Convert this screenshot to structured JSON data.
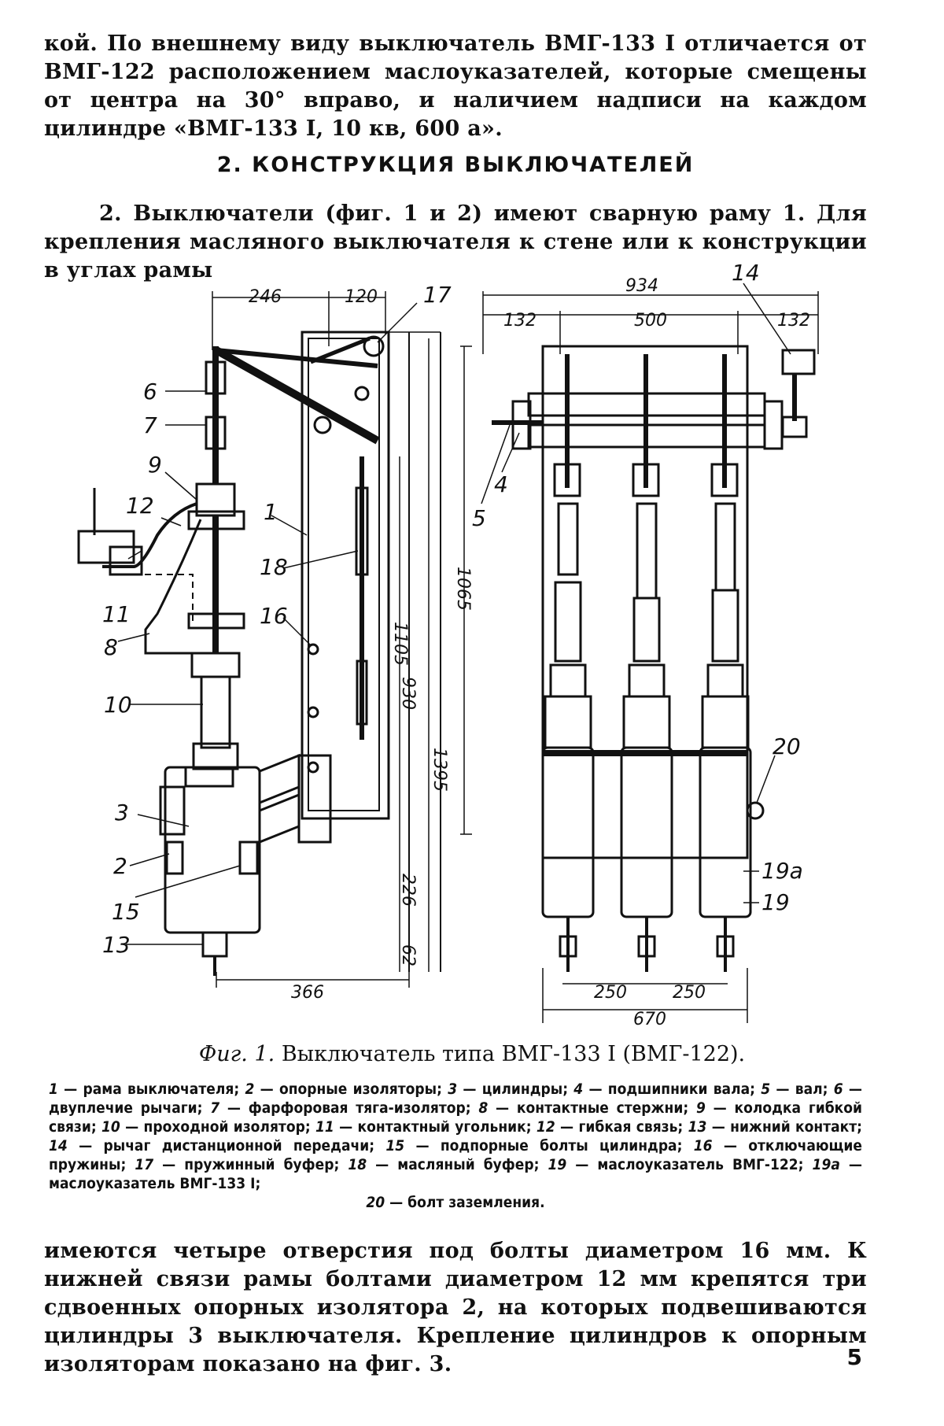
{
  "paragraph_top": "кой. По внешнему виду выключатель ВМГ-133 I отличается от ВМГ-122 расположением маслоуказателей, которые смещены от центра на 30° вправо, и наличием надписи на каждом цилиндре «ВМГ-133 I, 10 кв, 600 а».",
  "section_title": "2. КОНСТРУКЦИЯ ВЫКЛЮЧАТЕЛЕЙ",
  "paragraph_intro": "2. Выключатели (фиг. 1 и 2) имеют сварную раму 1. Для крепления масляного выключателя к стене или к конструкции в углах рамы",
  "figure": {
    "left_view": {
      "dimensions": [
        "246",
        "120",
        "1105",
        "930",
        "1395",
        "226",
        "62",
        "366"
      ],
      "callouts": [
        "17",
        "6",
        "7",
        "9",
        "12",
        "1",
        "18",
        "16",
        "11",
        "8",
        "10",
        "3",
        "2",
        "15",
        "13"
      ]
    },
    "right_view": {
      "dimensions": [
        "934",
        "132",
        "500",
        "132",
        "1065",
        "250",
        "250",
        "670"
      ],
      "callouts": [
        "14",
        "4",
        "5",
        "20",
        "19а",
        "19"
      ]
    },
    "caption_prefix": "Фиг. 1.",
    "caption_text": "Выключатель типа ВМГ-133 I (ВМГ-122).",
    "legend": [
      {
        "num": "1",
        "text": "рама выключателя;"
      },
      {
        "num": "2",
        "text": "опорные изоляторы;"
      },
      {
        "num": "3",
        "text": "цилиндры;"
      },
      {
        "num": "4",
        "text": "подшипники вала;"
      },
      {
        "num": "5",
        "text": "вал;"
      },
      {
        "num": "6",
        "text": "двуплечие рычаги;"
      },
      {
        "num": "7",
        "text": "фарфоровая тяга-изолятор;"
      },
      {
        "num": "8",
        "text": "контактные стержни;"
      },
      {
        "num": "9",
        "text": "колодка гибкой связи;"
      },
      {
        "num": "10",
        "text": "проходной изолятор;"
      },
      {
        "num": "11",
        "text": "контактный угольник;"
      },
      {
        "num": "12",
        "text": "гибкая связь;"
      },
      {
        "num": "13",
        "text": "нижний контакт;"
      },
      {
        "num": "14",
        "text": "рычаг дистанционной передачи;"
      },
      {
        "num": "15",
        "text": "подпорные болты цилиндра;"
      },
      {
        "num": "16",
        "text": "отключающие пружины;"
      },
      {
        "num": "17",
        "text": "пружинный буфер;"
      },
      {
        "num": "18",
        "text": "масляный буфер;"
      },
      {
        "num": "19",
        "text": "маслоуказатель ВМГ-122;"
      },
      {
        "num": "19а",
        "text": "маслоуказатель ВМГ-133 I;"
      },
      {
        "num": "20",
        "text": "болт заземления."
      }
    ]
  },
  "paragraph_bottom": "имеются четыре отверстия под болты диаметром 16 мм. К нижней связи рамы болтами диаметром 12 мм крепятся три сдвоенных опорных изолятора 2, на которых подвешиваются цилиндры 3 выключателя. Крепление цилиндров к опорным изоляторам показано на фиг. 3.",
  "page_number": "5"
}
